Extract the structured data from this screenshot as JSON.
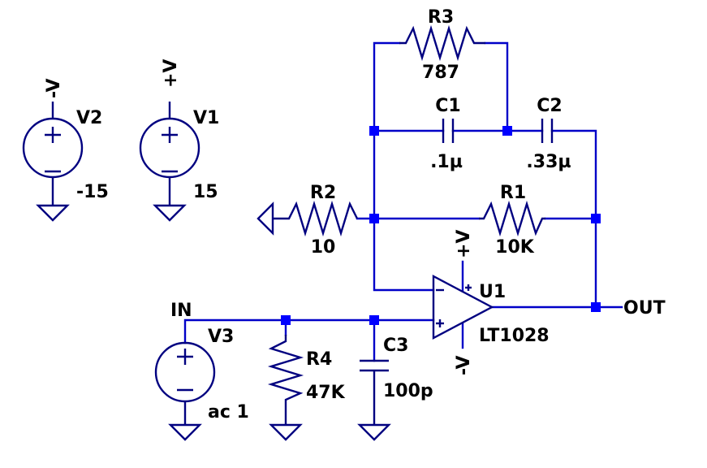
{
  "components": {
    "r1": {
      "ref": "R1",
      "value": "10K"
    },
    "r2": {
      "ref": "R2",
      "value": "10"
    },
    "r3": {
      "ref": "R3",
      "value": "787"
    },
    "r4": {
      "ref": "R4",
      "value": "47K"
    },
    "c1": {
      "ref": "C1",
      "value": ".1µ"
    },
    "c2": {
      "ref": "C2",
      "value": ".33µ"
    },
    "c3": {
      "ref": "C3",
      "value": "100p"
    },
    "v1": {
      "ref": "V1",
      "value": "15",
      "net": "+V"
    },
    "v2": {
      "ref": "V2",
      "value": "-15",
      "net": "-V"
    },
    "v3": {
      "ref": "V3",
      "value": "ac 1"
    },
    "u1": {
      "ref": "U1",
      "value": "LT1028",
      "pos_supply": "+V",
      "neg_supply": "-V"
    }
  },
  "nets": {
    "input": "IN",
    "output": "OUT"
  },
  "symbols": {
    "plus": "+",
    "minus": "−"
  },
  "colors": {
    "wire": "#0000c8",
    "component": "#000080",
    "junction": "#0000ff"
  }
}
